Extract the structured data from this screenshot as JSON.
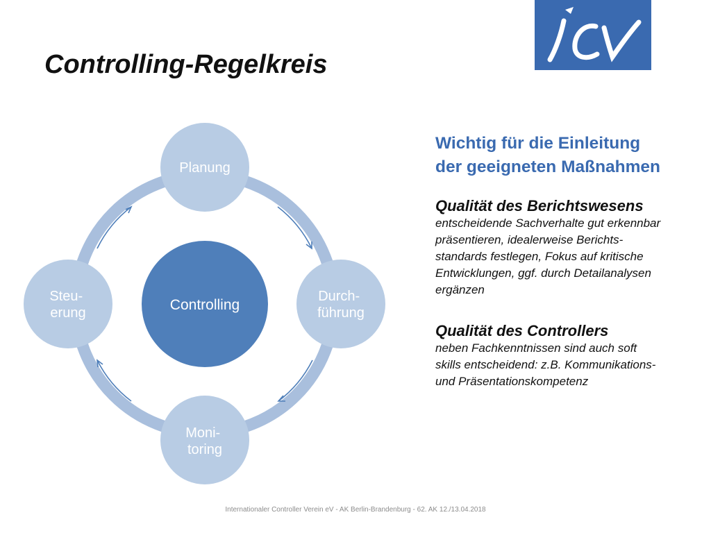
{
  "slide": {
    "title": "Controlling-Regelkreis",
    "footer": "Internationaler Controller Verein eV - AK Berlin-Brandenburg - 62. AK 12./13.04.2018"
  },
  "logo": {
    "text": "icv",
    "background": "#3a6ab0"
  },
  "cycle": {
    "center": "Controlling",
    "nodes": [
      {
        "lines": [
          "Planung"
        ]
      },
      {
        "lines": [
          "Durch-",
          "führung"
        ]
      },
      {
        "lines": [
          "Moni-",
          "toring"
        ]
      },
      {
        "lines": [
          "Steu-",
          "erung"
        ]
      }
    ],
    "colors": {
      "center": "#4f7fba",
      "node": "#b8cce4",
      "ring": "#a9bfdd",
      "arrow": "#4f7fba"
    }
  },
  "text": {
    "headline_lines": [
      "Wichtig für die Einleitung",
      "der geeigneten Maßnahmen"
    ],
    "sections": [
      {
        "title": "Qualität des Berichtswesens",
        "lines": [
          "entscheidende Sachverhalte gut erkennbar",
          "präsentieren, idealerweise Berichts-",
          "standards festlegen, Fokus auf kritische",
          "Entwicklungen, ggf. durch Detailanalysen",
          "ergänzen"
        ]
      },
      {
        "title": "Qualität des Controllers",
        "lines": [
          "neben Fachkenntnissen sind auch soft",
          "skills entscheidend: z.B. Kommunikations-",
          "und Präsentationskompetenz"
        ]
      }
    ]
  }
}
